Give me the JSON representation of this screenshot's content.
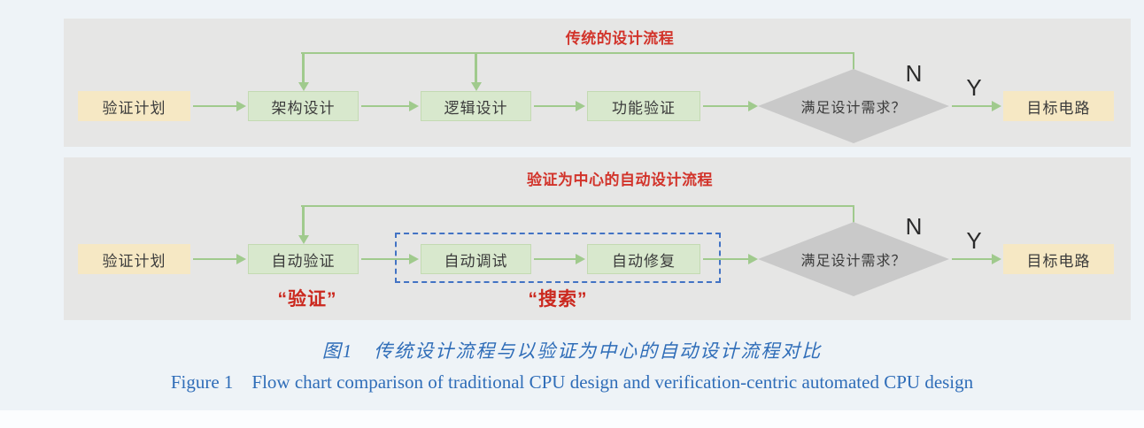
{
  "caption": {
    "zh": "图1　传统设计流程与以验证为中心的自动设计流程对比",
    "en": "Figure 1　Flow chart comparison of traditional CPU design and verification-centric automated CPU design"
  },
  "colors": {
    "arrow_green": "#a0ca8d",
    "green_box": "#d8e8cd",
    "yellow_box": "#f6e8c4",
    "diamond_gray": "#c9c9c9",
    "accent_red": "#d2342b",
    "caption_blue": "#2f6db8",
    "dashed_blue": "#4273c4",
    "panel_gray": "#e6e6e5"
  },
  "traditional": {
    "title": "传统的设计流程",
    "nodes": {
      "plan": "验证计划",
      "arch": "架构设计",
      "logic": "逻辑设计",
      "func": "功能验证",
      "decision": "满足设计需求？",
      "target": "目标电路"
    },
    "branch": {
      "no": "N",
      "yes": "Y"
    }
  },
  "automated": {
    "title": "验证为中心的自动设计流程",
    "nodes": {
      "plan": "验证计划",
      "verify": "自动验证",
      "debug": "自动调试",
      "repair": "自动修复",
      "decision": "满足设计需求？",
      "target": "目标电路"
    },
    "branch": {
      "no": "N",
      "yes": "Y"
    },
    "tags": {
      "verify": "“验证”",
      "search": "“搜索”"
    }
  }
}
